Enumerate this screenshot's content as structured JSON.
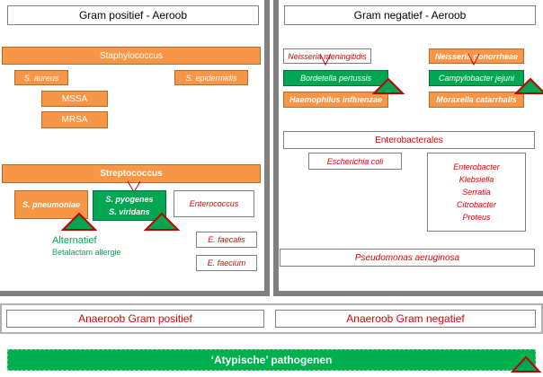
{
  "left_panel": {
    "title": "Gram positief - Aeroob",
    "staphylococcus": "Staphylococcus",
    "s_aureus": "S. aureus",
    "s_epidermidis": "S. epidermidis",
    "mssa": "MSSA",
    "mrsa": "MRSA",
    "streptococcus": "Streptococcus",
    "s_pneumoniae": "S. pneumoniae",
    "s_pyogenes": "S. pyogenes",
    "s_viridans": "S. viridans",
    "enterococcus": "Enterococcus",
    "alternatief": "Alternatief",
    "betalactam_allergie": "Betalactam allergie",
    "e_faecalis": "E. faecalis",
    "e_faecium": "E. faecium"
  },
  "right_panel": {
    "title": "Gram negatief - Aeroob",
    "neisseria_meningitidis": "Neisseria meningitidis",
    "neisseria_gonorrheae": "Neisseria gonorrheae",
    "bordetella_pertussis": "Bordetella pertussis",
    "campylobacter_jejuni": "Campylobacter jejuni",
    "haemophilus_influenzae": "Haemophilus influenzae",
    "moraxella_catarrhalis": "Moraxella catarrhalis",
    "enterobacterales": "Enterobacterales",
    "escherichia_coli": "Escherichia coli",
    "enterobacter_group": [
      "Enterobacter",
      "Klebsiella",
      "Serratia",
      "Citrobacter",
      "Proteus"
    ],
    "pseudomonas": "Pseudomonas aeruginosa"
  },
  "bottom": {
    "anaeroob_positief": "Anaeroob Gram positief",
    "anaeroob_negatief": "Anaeroob Gram negatief",
    "atypische": "‘Atypische’ pathogenen"
  },
  "colors": {
    "orange": "#f79646",
    "green": "#00a651",
    "red_text": "#e00000",
    "gray": "#808080"
  }
}
